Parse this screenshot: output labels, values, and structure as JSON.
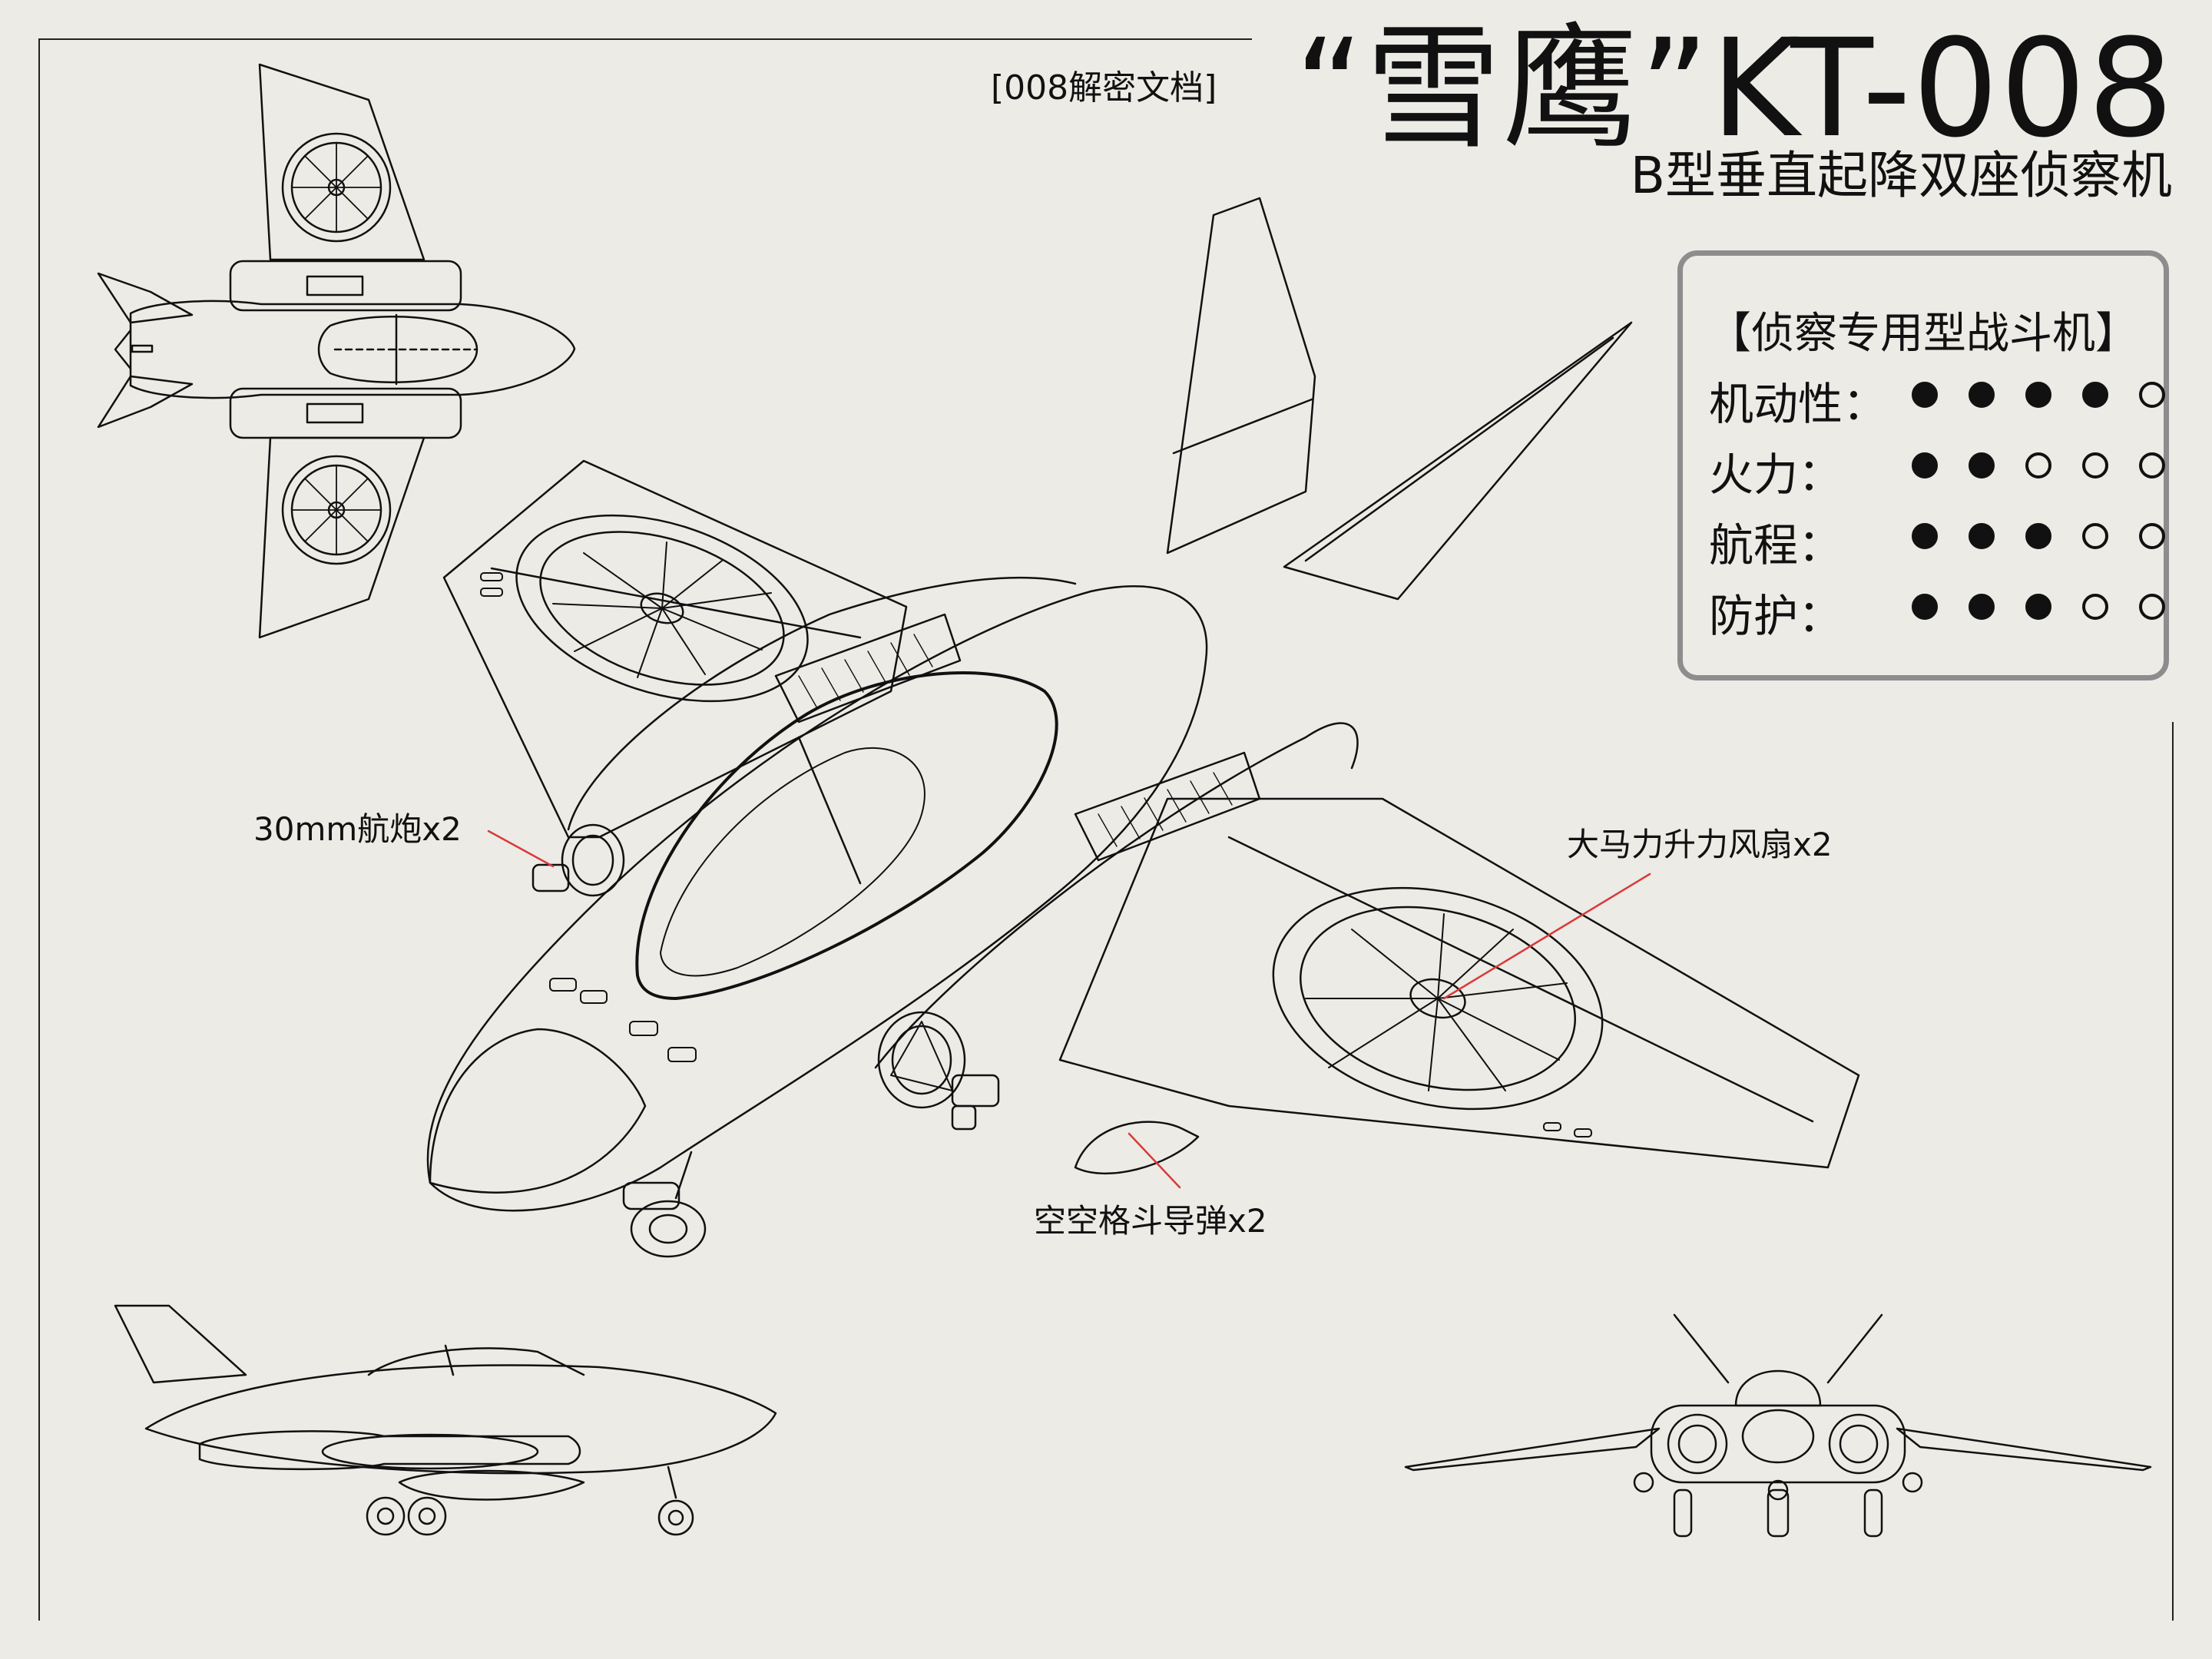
{
  "header": {
    "doc_tag": "[008解密文档]",
    "title": "“雪鹰”KT-008",
    "subtitle": "B型垂直起降双座侦察机"
  },
  "spec": {
    "heading": "【侦察专用型战斗机】",
    "rows": [
      {
        "label": "机动性：",
        "value": 4,
        "max": 5
      },
      {
        "label": "火力：",
        "value": 2,
        "max": 5
      },
      {
        "label": "航程：",
        "value": 3,
        "max": 5
      },
      {
        "label": "防护：",
        "value": 3,
        "max": 5
      }
    ]
  },
  "callouts": {
    "cannon": "30mm航炮x2",
    "fan": "大马力升力风扇x2",
    "missile": "空空格斗导弹x2"
  },
  "colors": {
    "paper": "#ecebe6",
    "ink": "#111111",
    "leader": "#d93a3a",
    "box_border": "#8d8d8d"
  }
}
